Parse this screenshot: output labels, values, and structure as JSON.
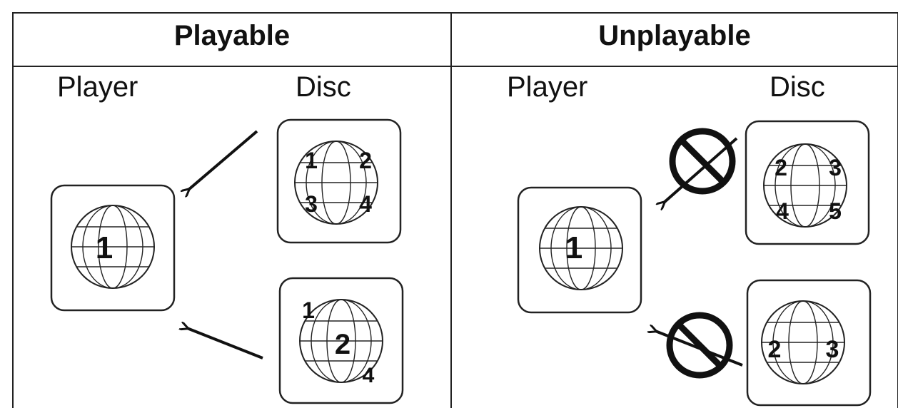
{
  "table": {
    "playable": {
      "header": "Playable",
      "player_label": "Player",
      "disc_label": "Disc",
      "player_region": "1",
      "disc_top_regions": [
        "1",
        "2",
        "3",
        "4"
      ],
      "disc_bottom_regions": [
        "1",
        "2",
        "4"
      ]
    },
    "unplayable": {
      "header": "Unplayable",
      "player_label": "Player",
      "disc_label": "Disc",
      "player_region": "1",
      "disc_top_regions": [
        "2",
        "3",
        "4",
        "5"
      ],
      "disc_bottom_regions": [
        "2",
        "3"
      ]
    }
  },
  "icons": {
    "arrow": "arrow-icon",
    "prohibited": "prohibited-icon",
    "globe": "globe-icon"
  }
}
